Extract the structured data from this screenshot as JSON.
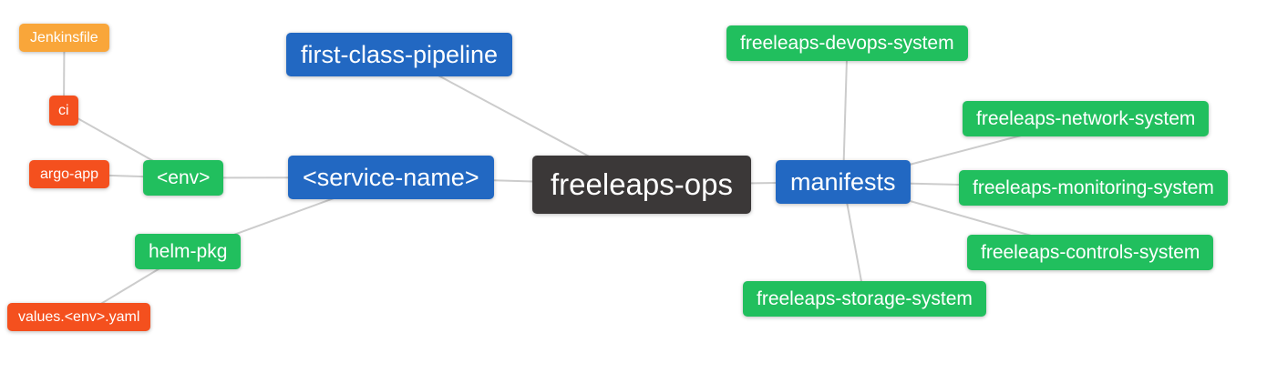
{
  "diagram": {
    "type": "mindmap",
    "root_label": "freeleaps-ops"
  },
  "colors": {
    "blue": "#2268c2",
    "green": "#21bf5e",
    "orange": "#f9a63a",
    "red": "#f4501e",
    "dark": "#3b3838",
    "edge": "#cccccc",
    "text": "#ffffff"
  },
  "nodes": [
    {
      "id": "jenkinsfile",
      "label": "Jenkinsfile",
      "color": "orange"
    },
    {
      "id": "ci",
      "label": "ci",
      "color": "red"
    },
    {
      "id": "argo-app",
      "label": "argo-app",
      "color": "red"
    },
    {
      "id": "env",
      "label": "<env>",
      "color": "green"
    },
    {
      "id": "service-name",
      "label": "<service-name>",
      "color": "blue"
    },
    {
      "id": "first-class-pipeline",
      "label": "first-class-pipeline",
      "color": "blue"
    },
    {
      "id": "freeleaps-ops",
      "label": "freeleaps-ops",
      "color": "dark"
    },
    {
      "id": "manifests",
      "label": "manifests",
      "color": "blue"
    },
    {
      "id": "helm-pkg",
      "label": "helm-pkg",
      "color": "green"
    },
    {
      "id": "values-env-yaml",
      "label": "values.<env>.yaml",
      "color": "red"
    },
    {
      "id": "freeleaps-devops-system",
      "label": "freeleaps-devops-system",
      "color": "green"
    },
    {
      "id": "freeleaps-network-system",
      "label": "freeleaps-network-system",
      "color": "green"
    },
    {
      "id": "freeleaps-monitoring-system",
      "label": "freeleaps-monitoring-system",
      "color": "green"
    },
    {
      "id": "freeleaps-controls-system",
      "label": "freeleaps-controls-system",
      "color": "green"
    },
    {
      "id": "freeleaps-storage-system",
      "label": "freeleaps-storage-system",
      "color": "green"
    }
  ],
  "edges": [
    [
      "jenkinsfile",
      "ci"
    ],
    [
      "ci",
      "env"
    ],
    [
      "argo-app",
      "env"
    ],
    [
      "env",
      "service-name"
    ],
    [
      "service-name",
      "helm-pkg"
    ],
    [
      "helm-pkg",
      "values-env-yaml"
    ],
    [
      "service-name",
      "freeleaps-ops"
    ],
    [
      "first-class-pipeline",
      "freeleaps-ops"
    ],
    [
      "freeleaps-ops",
      "manifests"
    ],
    [
      "manifests",
      "freeleaps-devops-system"
    ],
    [
      "manifests",
      "freeleaps-network-system"
    ],
    [
      "manifests",
      "freeleaps-monitoring-system"
    ],
    [
      "manifests",
      "freeleaps-controls-system"
    ],
    [
      "manifests",
      "freeleaps-storage-system"
    ]
  ]
}
